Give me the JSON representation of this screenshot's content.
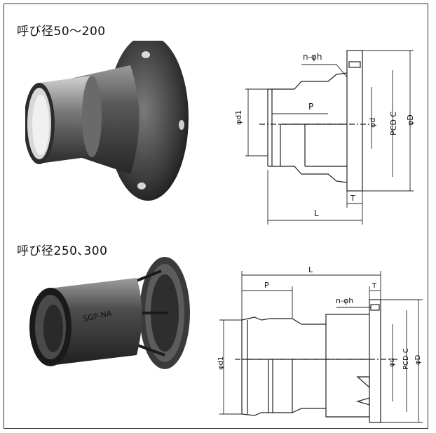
{
  "sections": [
    {
      "title": "呼び径50～200",
      "drawing_labels": {
        "holes": "n-φh",
        "d1": "φd1",
        "p": "P",
        "d": "φd",
        "pcd": "PCD C",
        "outer_d": "φD",
        "t": "T",
        "l": "L"
      }
    },
    {
      "title": "呼び径250､300",
      "product_marking": "SGP-NA",
      "drawing_labels": {
        "l": "L",
        "p": "P",
        "t": "T",
        "holes": "n-φh",
        "d1": "φd1",
        "d": "φd",
        "pcd": "PCD C",
        "outer_d": "φD"
      }
    }
  ],
  "colors": {
    "line": "#222222",
    "pipe_dark": "#3a3a3a",
    "pipe_mid": "#6e6e6e",
    "pipe_light": "#bdbdbd"
  }
}
